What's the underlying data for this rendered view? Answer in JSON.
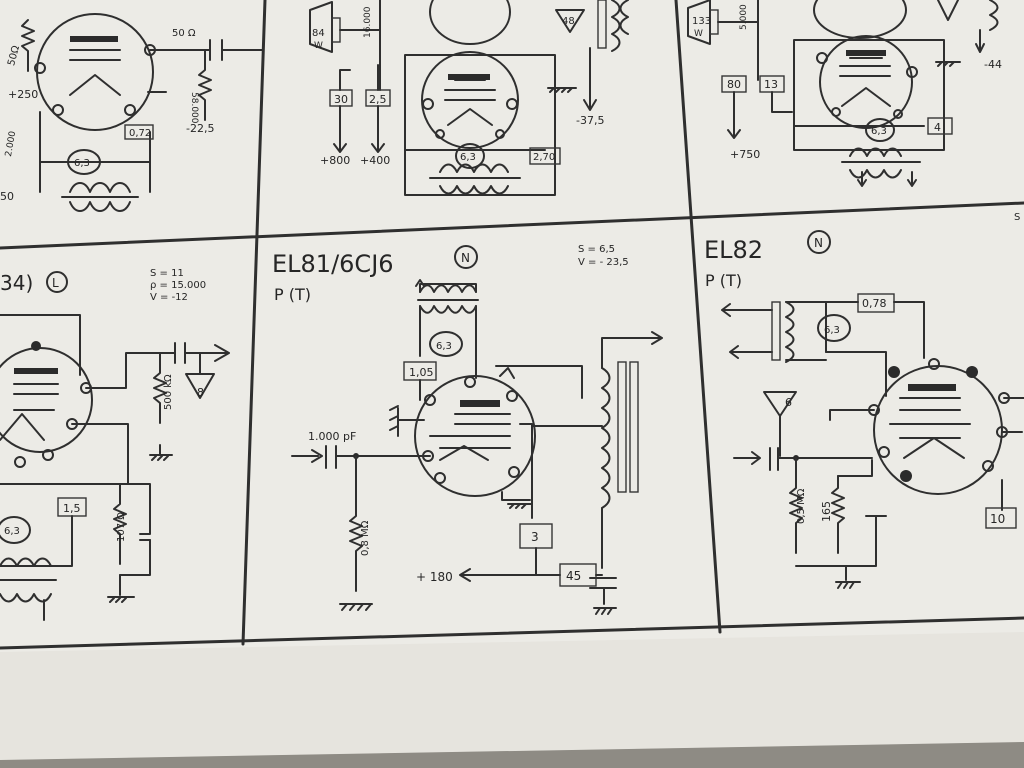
{
  "colors": {
    "paper": "#ecebe6",
    "ink": "#2b2b2b",
    "shadow": "#bfbcb4"
  },
  "top_row": {
    "left": {
      "r1": "50Ω",
      "r2": "50 Ω",
      "r3": "58.000",
      "r4": "2.000",
      "v1": "+250",
      "v2": "-22,5",
      "v3": "50",
      "box": "0,72",
      "heater": "6,3"
    },
    "center": {
      "speaker": "84",
      "speaker_unit": "W",
      "wire": "16.000",
      "b1": "30",
      "b2": "2,5",
      "triangle": "48",
      "neg": "-37,5",
      "plus1": "+800",
      "plus2": "+400",
      "heater": "6,3",
      "box": "2,70"
    },
    "right": {
      "speaker": "133",
      "speaker_unit": "W",
      "wire": "5.000",
      "b1": "80",
      "b2": "13",
      "plus": "+750",
      "heater": "6,3",
      "box": "4",
      "neg": "-44"
    }
  },
  "panel_left": {
    "title_fragment": "34)",
    "badge": "L",
    "s": "S = 11",
    "rho": "ρ = 15.000",
    "v": "V = -12",
    "resistor": "500 kΩ",
    "triangle": "8",
    "box": "1,5",
    "heater": "6,3",
    "cathode_resistor": "107 Ω"
  },
  "panel_center": {
    "title": "EL81/6CJ6",
    "badge": "N",
    "mode": "P (T)",
    "s": "S = 6,5",
    "v": "V = - 23,5",
    "heater": "6,3",
    "box_heater": "1,05",
    "capacitor": "1.000 pF",
    "grid_resistor": "0,8 MΩ",
    "box_screen": "3",
    "box_supply": "45",
    "supply": "+ 180"
  },
  "panel_right": {
    "title": "EL82",
    "badge": "N",
    "mode": "P (T)",
    "box_top": "0,78",
    "heater": "6,3",
    "triangle": "6",
    "grid_resistor": "0,5 MΩ",
    "cathode_resistor": "165",
    "box_anode": "10",
    "edge_letter": "S"
  }
}
